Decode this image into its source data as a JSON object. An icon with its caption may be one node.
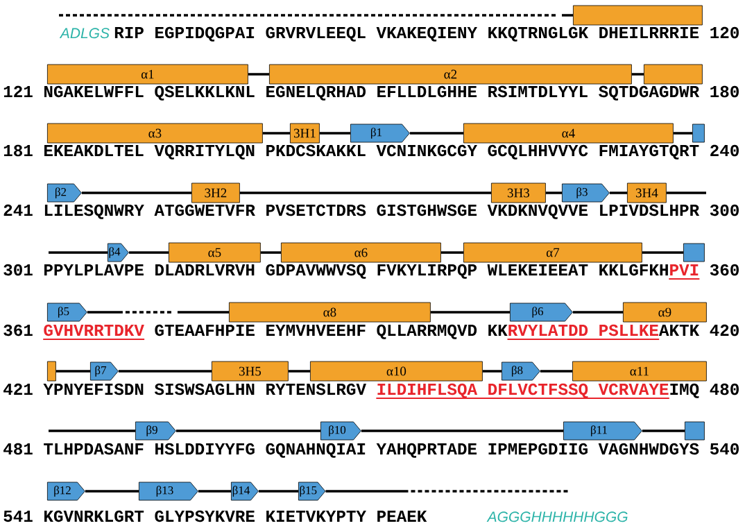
{
  "diagram": {
    "nodes": [
      {
        "text": [],
        "shape": "box"
      },
      {
        "text": [
          "α1"
        ]
      },
      {
        "text": [
          "α2"
        ]
      },
      {
        "text": [],
        "shape": "box"
      },
      {
        "text": [
          "α3"
        ]
      },
      {
        "text": [
          "3H1"
        ]
      },
      {
        "text": [
          "β1"
        ]
      },
      {
        "text": [
          "α4"
        ]
      },
      {
        "text": [],
        "shape": "box"
      },
      {
        "text": [
          "β2"
        ]
      },
      {
        "text": [
          "3H2"
        ]
      },
      {
        "text": [
          "3H3"
        ]
      },
      {
        "text": [
          "β3"
        ]
      },
      {
        "text": [
          "3H4"
        ]
      },
      {
        "text": [
          "β4"
        ]
      },
      {
        "text": [
          "α5"
        ]
      },
      {
        "text": [
          "α6"
        ]
      },
      {
        "text": [
          "α7"
        ]
      },
      {
        "text": [],
        "shape": "box"
      },
      {
        "text": [
          "β5"
        ]
      },
      {
        "text": [
          "α8"
        ]
      },
      {
        "text": [
          "β6"
        ]
      },
      {
        "text": [
          "α9"
        ]
      },
      {
        "text": [],
        "shape": "box"
      },
      {
        "text": [
          "β7"
        ]
      },
      {
        "text": [
          "3H5"
        ]
      },
      {
        "text": [
          "α10"
        ]
      },
      {
        "text": [
          "β8"
        ]
      },
      {
        "text": [
          "α11"
        ]
      },
      {
        "text": [
          "β9"
        ]
      },
      {
        "text": [
          "β10"
        ]
      },
      {
        "text": [
          "β11"
        ]
      },
      {
        "text": [],
        "shape": "box"
      },
      {
        "text": [
          "β12"
        ]
      },
      {
        "text": [
          "β13"
        ]
      },
      {
        "text": [
          "β14"
        ]
      },
      {
        "text": [
          "β15"
        ]
      }
    ],
    "edges": [
      {
        "from": null,
        "to": 0,
        "arrow": "none",
        "style": "dashed"
      },
      {
        "from": 1,
        "to": 2,
        "arrow": "none"
      },
      {
        "from": 2,
        "to": 3,
        "arrow": "none"
      },
      {
        "from": 4,
        "to": 5,
        "arrow": "none"
      },
      {
        "from": 5,
        "to": 6,
        "arrow": "none"
      },
      {
        "from": 6,
        "to": 7,
        "arrow": "none"
      },
      {
        "from": 7,
        "to": 8,
        "arrow": "none"
      },
      {
        "from": 9,
        "to": 10,
        "arrow": "none"
      },
      {
        "from": 10,
        "to": 11,
        "arrow": "none"
      },
      {
        "from": 11,
        "to": 12,
        "arrow": "none"
      },
      {
        "from": 12,
        "to": 13,
        "arrow": "none"
      },
      {
        "from": 13,
        "to": null,
        "arrow": "none"
      },
      {
        "from": null,
        "to": 14,
        "arrow": "none"
      },
      {
        "from": 14,
        "to": 15,
        "arrow": "none"
      },
      {
        "from": 15,
        "to": 16,
        "arrow": "none"
      },
      {
        "from": 16,
        "to": 17,
        "arrow": "none"
      },
      {
        "from": 17,
        "to": 18,
        "arrow": "none"
      },
      {
        "from": 19,
        "to": 20,
        "arrow": "none",
        "style": "dashed"
      },
      {
        "from": 20,
        "to": 21,
        "arrow": "none"
      },
      {
        "from": 21,
        "to": 22,
        "arrow": "none"
      },
      {
        "from": 23,
        "to": 24,
        "arrow": "none"
      },
      {
        "from": 24,
        "to": 25,
        "arrow": "none"
      },
      {
        "from": 25,
        "to": 26,
        "arrow": "none"
      },
      {
        "from": 26,
        "to": 27,
        "arrow": "none"
      },
      {
        "from": 27,
        "to": 28,
        "arrow": "none"
      },
      {
        "from": null,
        "to": 29,
        "arrow": "none"
      },
      {
        "from": 29,
        "to": 30,
        "arrow": "none"
      },
      {
        "from": 30,
        "to": 31,
        "arrow": "none"
      },
      {
        "from": 31,
        "to": 32,
        "arrow": "none"
      },
      {
        "from": 33,
        "to": 34,
        "arrow": "none"
      },
      {
        "from": 34,
        "to": 35,
        "arrow": "none"
      },
      {
        "from": 35,
        "to": 36,
        "arrow": "none"
      },
      {
        "from": 36,
        "to": null,
        "arrow": "none",
        "style": "dashed"
      }
    ],
    "labels": [
      "ADLGS",
      "RIP",
      "EGPIDQGPAI",
      "GRVRVLEEQL",
      "VKAKEQIENY",
      "KKQTRNGLGK",
      "DHEILRRRIE",
      "120",
      "121",
      "NGAKELWFFL",
      "QSELKKLKNL",
      "EGNELQRHAD",
      "EFLLDLGHHE",
      "RSIMTDLYYL",
      "SQTDGAGDWR",
      "180",
      "181",
      "EKEAKDLTEL",
      "VQRRITYLQN",
      "PKDCSKAKKL",
      "VCNINKGCGY",
      "GCQLHHVVYC",
      "FMIAYGTQRT",
      "240",
      "241",
      "LILESQNWRY",
      "ATGGWETVFR",
      "PVSETCTDRS",
      "GISTGHWSGE",
      "VKDKNVQVVE",
      "LPIVDSLHPR",
      "300",
      "301",
      "PPYLPLAVPE",
      "DLADRLVRVH",
      "GDPAVWWVSQ",
      "FVKYLIRPQP",
      "WLEKEIEEAT",
      "KKLGFKH",
      "PVI",
      "360",
      "361",
      "GVHVRRTDKV",
      "GTEAAFHPIE",
      "EYMVHVEEHF",
      "QLLARRMQVD",
      "KK",
      "RVYLATDD PSLLKE",
      "AKTK",
      "420",
      "421",
      "YPNYEFISDN",
      "SISWSAGLHN",
      "RYTENSLRGV",
      "ILDIHFLSQA DFLVCTFSSQ VCRVAYE",
      "IMQ",
      "480",
      "481",
      "TLHPDASANF",
      "HSLDDIYYFG",
      "GQNAHNQIAI",
      "YAHQPRTADE",
      "IPMEPGDIIG",
      "VAGNHWDGYS",
      "540",
      "541",
      "KGVNRKLGRT",
      "GLYPSYKVRE",
      "KIETVKYPTY",
      "PEAEK",
      "AGGGHHHHHHGGG"
    ]
  }
}
